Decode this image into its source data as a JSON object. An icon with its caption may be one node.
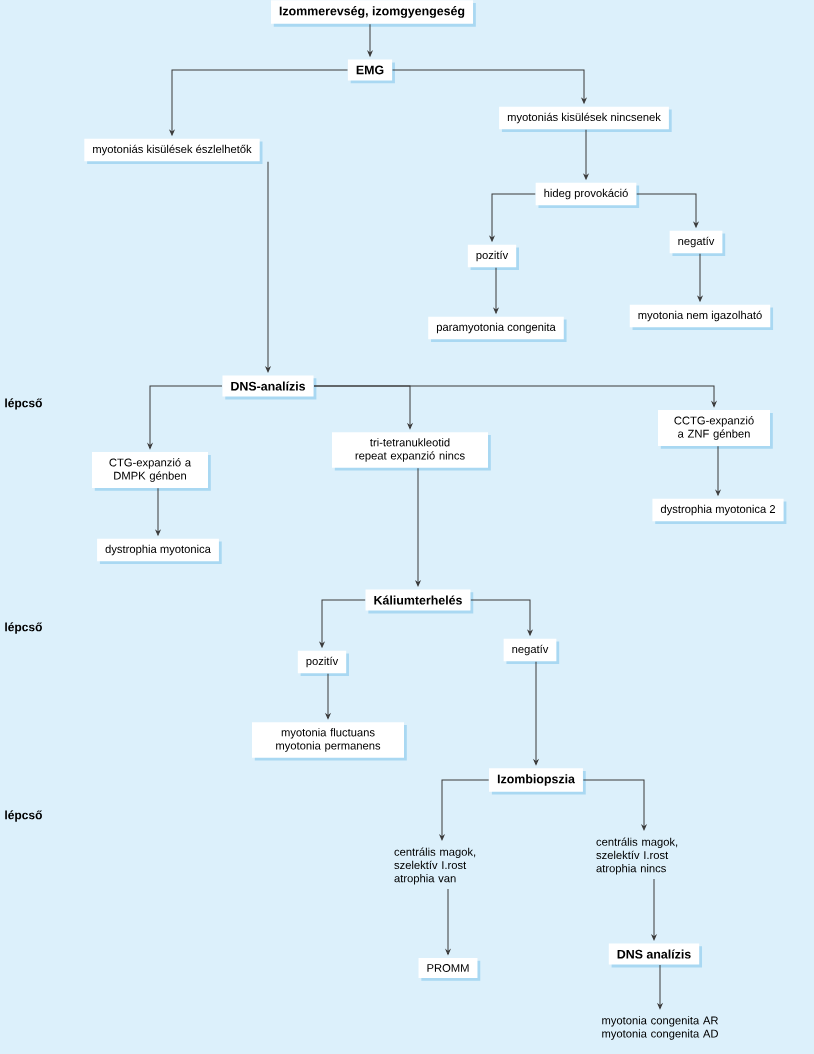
{
  "diagram": {
    "nodes": [
      {
        "text": [
          "Izommerevség, izomgyengeség"
        ]
      },
      {
        "text": [
          "EMG"
        ]
      },
      {
        "text": [
          "myotoniás kisülések észlelhetők"
        ]
      },
      {
        "text": [
          "myotoniás kisülések nincsenek"
        ]
      },
      {
        "text": [
          "hideg provokáció"
        ]
      },
      {
        "text": [
          "pozitív"
        ]
      },
      {
        "text": [
          "negatív"
        ]
      },
      {
        "text": [
          "paramyotonia congenita"
        ]
      },
      {
        "text": [
          "myotonia nem igazolható"
        ]
      },
      {
        "text": [
          "DNS-analízis"
        ]
      },
      {
        "text": [
          "CTG-expanzió a DMPK génben"
        ]
      },
      {
        "text": [
          "tri-tetranukleotid repeat expanzió nincs"
        ]
      },
      {
        "text": [
          "CCTG-expanzió a ZNF génben"
        ]
      },
      {
        "text": [
          "dystrophia myotonica"
        ]
      },
      {
        "text": [
          "dystrophia myotonica 2"
        ]
      },
      {
        "text": [
          "Káliumterhelés"
        ]
      },
      {
        "text": [
          "pozitív"
        ]
      },
      {
        "text": [
          "negatív"
        ]
      },
      {
        "text": [
          "myotonia fluctuans myotonia permanens"
        ]
      },
      {
        "text": [
          "Izombiopszia"
        ]
      },
      {
        "text": [
          "centrális magok, szelektív I.rost atrophia van"
        ]
      },
      {
        "text": [
          "centrális magok, szelektív I.rost atrophia nincs"
        ]
      },
      {
        "text": [
          "PROMM"
        ]
      },
      {
        "text": [
          "DNS analízis"
        ]
      },
      {
        "text": [
          "myotonia congenita AR myotonia congenita AD"
        ]
      }
    ],
    "edges": [
      {
        "from": 0,
        "to": 1,
        "arrow": "to"
      },
      {
        "from": 1,
        "to": 2,
        "arrow": "to"
      },
      {
        "from": 1,
        "to": 3,
        "arrow": "to"
      },
      {
        "from": 3,
        "to": 4,
        "arrow": "to"
      },
      {
        "from": 4,
        "to": 5,
        "arrow": "to"
      },
      {
        "from": 4,
        "to": 6,
        "arrow": "to"
      },
      {
        "from": 5,
        "to": 7,
        "arrow": "to"
      },
      {
        "from": 6,
        "to": 8,
        "arrow": "to"
      },
      {
        "from": 2,
        "to": 9,
        "arrow": "to"
      },
      {
        "from": 9,
        "to": 10,
        "arrow": "to"
      },
      {
        "from": 9,
        "to": 11,
        "arrow": "to"
      },
      {
        "from": 9,
        "to": 12,
        "arrow": "to"
      },
      {
        "from": 10,
        "to": 13,
        "arrow": "to"
      },
      {
        "from": 12,
        "to": 14,
        "arrow": "to"
      },
      {
        "from": 11,
        "to": 15,
        "arrow": "to"
      },
      {
        "from": 15,
        "to": 16,
        "arrow": "to"
      },
      {
        "from": 15,
        "to": 17,
        "arrow": "to"
      },
      {
        "from": 16,
        "to": 18,
        "arrow": "to"
      },
      {
        "from": 17,
        "to": 19,
        "arrow": "to"
      },
      {
        "from": 19,
        "to": 20,
        "arrow": "to"
      },
      {
        "from": 19,
        "to": 21,
        "arrow": "to"
      },
      {
        "from": 20,
        "to": 22,
        "arrow": "to"
      },
      {
        "from": 21,
        "to": 23,
        "arrow": "to"
      },
      {
        "from": 23,
        "to": 24,
        "arrow": "to"
      }
    ],
    "labels": [
      "lépcső",
      "lépcső",
      "lépcső"
    ]
  }
}
